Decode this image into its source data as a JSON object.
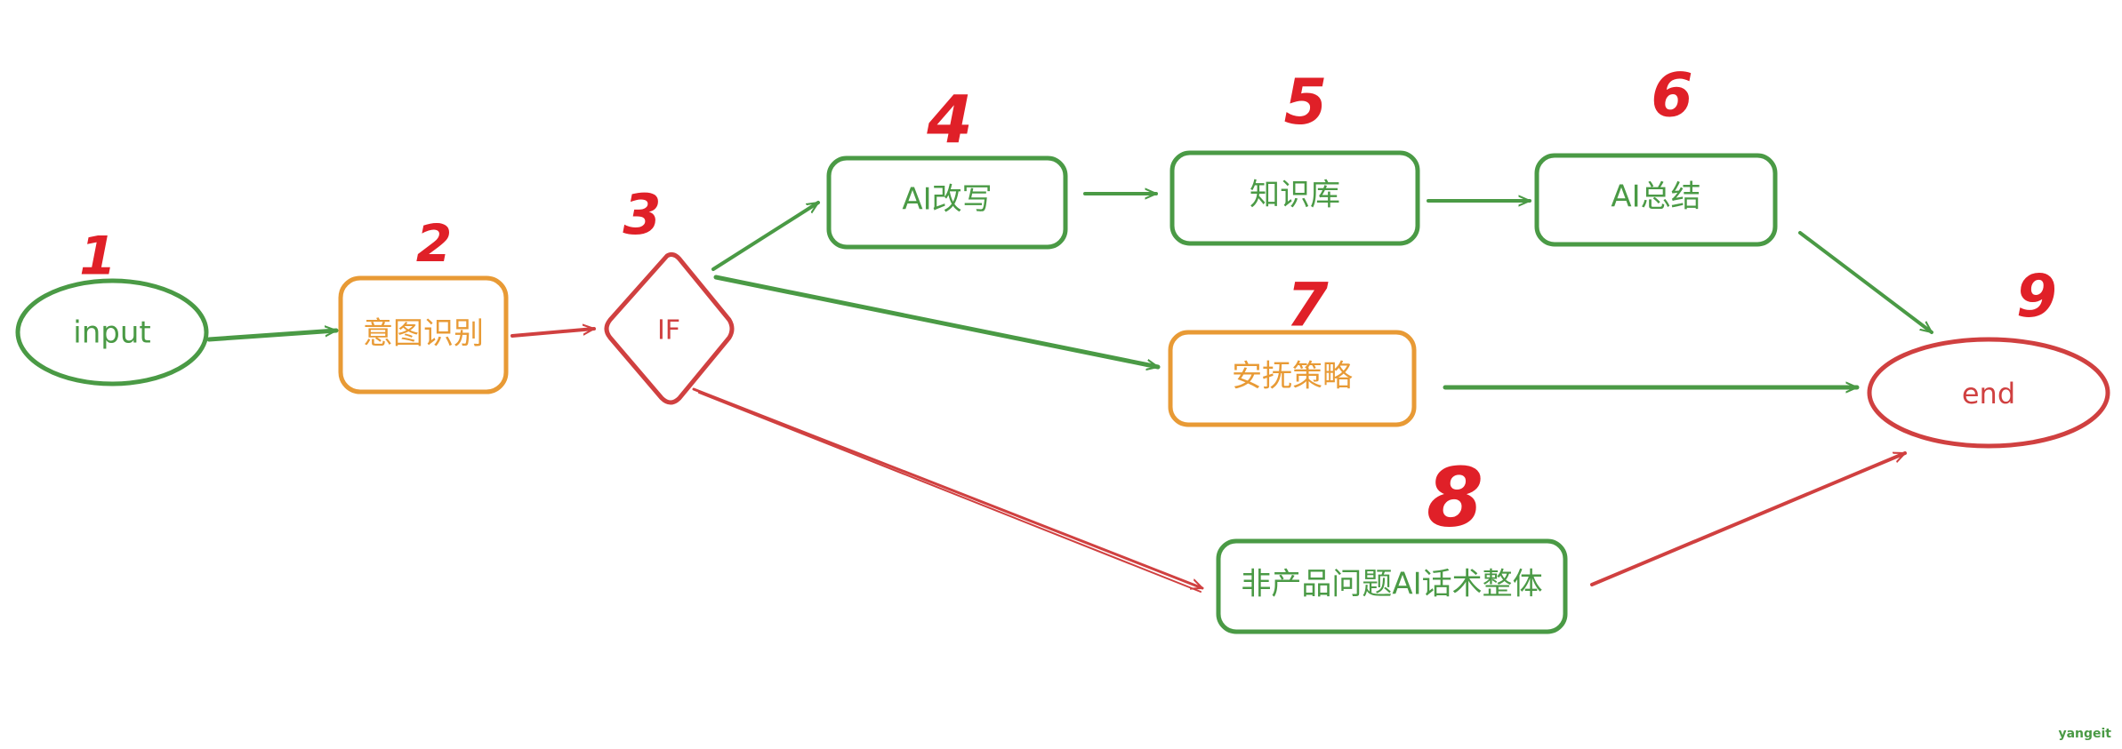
{
  "colors": {
    "green": "#4a9a45",
    "orange": "#e89a35",
    "red": "#d04040",
    "number_red": "#e02028"
  },
  "nodes": {
    "input": {
      "label": "input",
      "step": "1"
    },
    "intent": {
      "label": "意图识别",
      "step": "2"
    },
    "if": {
      "label": "IF",
      "step": "3"
    },
    "rewrite": {
      "label": "AI改写",
      "step": "4"
    },
    "kb": {
      "label": "知识库",
      "step": "5"
    },
    "summary": {
      "label": "AI总结",
      "step": "6"
    },
    "soothe": {
      "label": "安抚策略",
      "step": "7"
    },
    "nonproduct": {
      "label": "非产品问题AI话术整体",
      "step": "8"
    },
    "end": {
      "label": "end",
      "step": "9"
    }
  },
  "watermark": "yangeit"
}
